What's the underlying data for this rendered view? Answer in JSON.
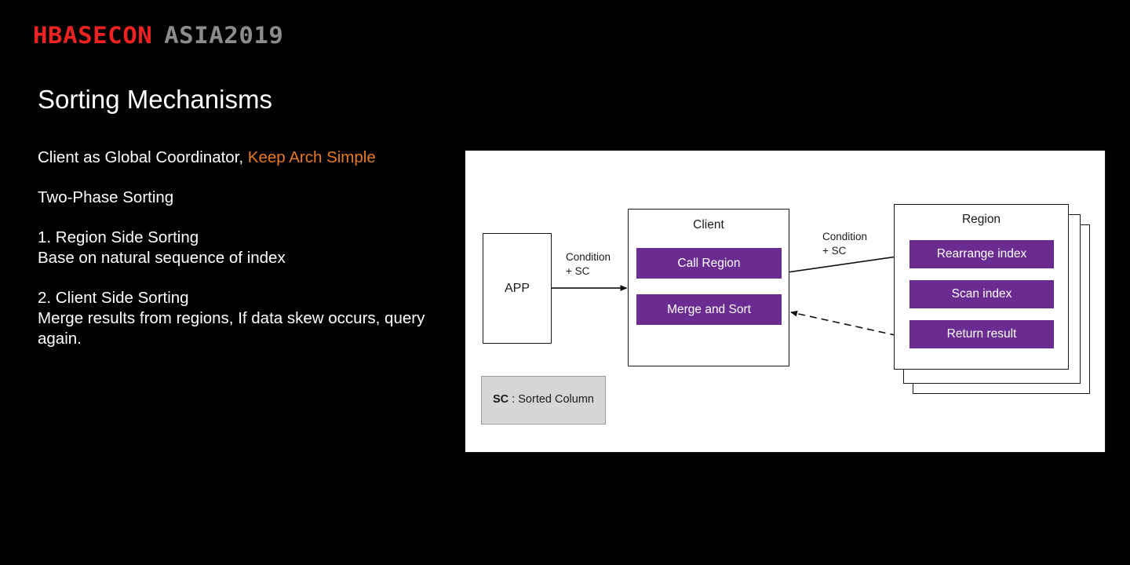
{
  "brand": {
    "primary": "HBASECON",
    "secondary": "ASIA2019",
    "primary_color": "#EE2222",
    "secondary_color": "#8C8C8C"
  },
  "slide": {
    "title": "Sorting Mechanisms",
    "background_color": "#000000",
    "text_color": "#FFFFFF",
    "accent_color": "#E8791F"
  },
  "body": {
    "line1_plain": "Client as Global Coordinator, ",
    "line1_accent": "Keep Arch Simple",
    "line2": "Two-Phase Sorting",
    "phase1_heading": "1. Region Side Sorting",
    "phase1_detail": "Base on natural sequence of index",
    "phase2_heading": "2. Client Side Sorting",
    "phase2_detail": "Merge results from regions, If data skew occurs, query again."
  },
  "diagram": {
    "app": {
      "label": "APP"
    },
    "client": {
      "title": "Client",
      "bars": [
        {
          "label": "Call Region"
        },
        {
          "label": "Merge and Sort"
        }
      ]
    },
    "region": {
      "title": "Region",
      "bars": [
        {
          "label": "Rearrange index"
        },
        {
          "label": "Scan index"
        },
        {
          "label": "Return result"
        }
      ],
      "stacked_copies": 2
    },
    "edges": [
      {
        "id": "app-to-client",
        "label_line1": "Condition",
        "label_line2": "+ SC",
        "style": "solid"
      },
      {
        "id": "client-to-region",
        "label_line1": "Condition",
        "label_line2": "+ SC",
        "style": "solid"
      },
      {
        "id": "region-to-client",
        "label_line1": "",
        "label_line2": "",
        "style": "dashed"
      }
    ],
    "legend": {
      "key": "SC",
      "separator": " : ",
      "value": "Sorted Column"
    },
    "bar_color": "#6B2C91",
    "panel_background": "#FFFFFF",
    "legend_background": "#D6D6D6"
  }
}
